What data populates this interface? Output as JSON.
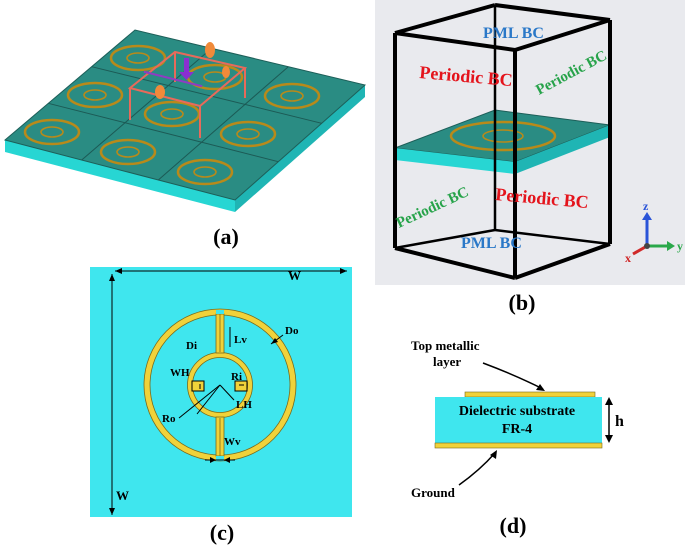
{
  "captions": {
    "a": "(a)",
    "b": "(b)",
    "c": "(c)",
    "d": "(d)"
  },
  "panel_b": {
    "pml_top": "PML BC",
    "pml_bottom": "PML BC",
    "periodic_front_top": "Periodic  BC",
    "periodic_front_bottom": "Periodic  BC",
    "periodic_right": "Periodic  BC",
    "periodic_left": "Periodic  BC",
    "axes": {
      "z": "z",
      "y": "y",
      "x": "x"
    }
  },
  "panel_c": {
    "W_top": "W",
    "W_left": "W",
    "Do": "Do",
    "Di": "Di",
    "Lv": "Lv",
    "WH": "WH",
    "Ri": "Ri",
    "Ro": "Ro",
    "LH": "LH",
    "Wv": "Wv"
  },
  "panel_d": {
    "top_layer_line1": "Top metallic",
    "top_layer_line2": "layer",
    "substrate_line1": "Dielectric substrate",
    "substrate_line2": "FR-4",
    "h": "h",
    "ground": "Ground"
  },
  "colors": {
    "substrate": "#2a8c83",
    "substrate_side": "#27d6d3",
    "metal": "#c99a1e",
    "cyan_board": "#3fe6ee",
    "ring_gold": "#f0d23a",
    "red_bc": "#e4141c",
    "green_bc": "#27a34a",
    "blue_bc": "#2a78c8"
  }
}
